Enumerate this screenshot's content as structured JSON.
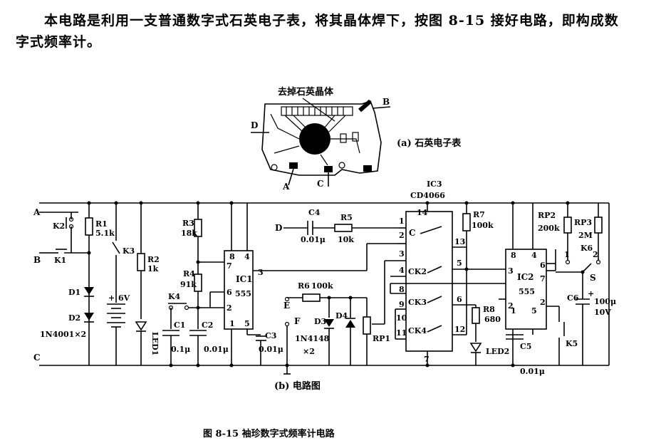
{
  "intro": {
    "line1": "本电路是利用一支普通数字式石英电子表，将其晶体焊下，按图 8-15 接好电路，即构成数",
    "line2": "字式频率计。"
  },
  "watch": {
    "top_label": "去掉石英晶体",
    "caption": "(a) 石英电子表",
    "pin_a": "A",
    "pin_b": "B",
    "pin_c": "C",
    "pin_d": "D"
  },
  "circuit": {
    "caption": "(b) 电路图",
    "rail_a": "A",
    "rail_b": "B",
    "rail_c": "C",
    "k2": "K2",
    "k1": "K1",
    "k3": "K3",
    "k4": "K4",
    "k5": "K5",
    "k6": "K6",
    "r1": "R1",
    "r1_val": "5.1k",
    "r2": "R2",
    "r2_val": "1k",
    "r3": "R3",
    "r3_val": "18k",
    "r4": "R4",
    "r4_val": "91k",
    "r5": "R5",
    "r5_val": "10k",
    "r6": "R6",
    "r6_val": "100k",
    "r7": "R7",
    "r7_val": "100k",
    "r8": "R8",
    "r8_val": "680",
    "rp1": "RP1",
    "rp2": "RP2",
    "rp2_val": "200k",
    "rp3": "RP3",
    "rp3_val": "2M",
    "d1": "D1",
    "d2": "D2",
    "d12_note": "1N4001×2",
    "d3": "D3",
    "d4": "D4",
    "d34_note": "1N4148",
    "d34_mult": "×2",
    "led1": "LED1",
    "led2": "LED2",
    "battery": "6V",
    "c1": "C1",
    "c1_val": "0.1μ",
    "c2": "C2",
    "c2_val": "0.01μ",
    "c3": "C3",
    "c3_val": "0.01μ",
    "c4": "C4",
    "c4_val": "0.01μ",
    "c5": "C5",
    "c5_val": "0.01μ",
    "c6": "C6",
    "c6_val": "100μ",
    "c6_volt": "10V",
    "ic1": "IC1",
    "ic1_type": "555",
    "ic2": "IC2",
    "ic2_type": "555",
    "ic3": "IC3",
    "ic3_type": "CD4066",
    "sw_c": "C",
    "ck2": "CK2",
    "ck3": "CK3",
    "ck4": "CK4",
    "node_d": "D",
    "node_e": "E",
    "node_f": "F",
    "node_s": "S"
  },
  "figure_caption": "图 8-15   袖珍数字式频率计电路"
}
